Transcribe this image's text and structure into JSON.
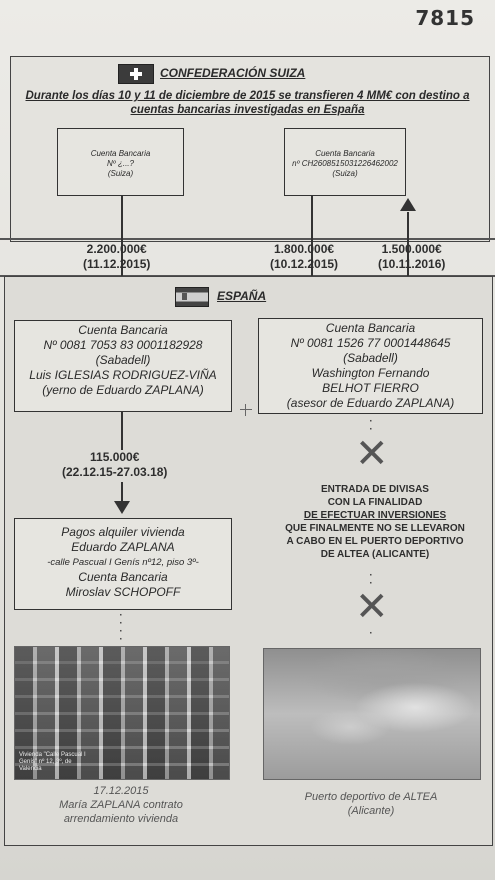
{
  "page_number": "7815",
  "switzerland": {
    "title": "CONFEDERACIÓN SUIZA",
    "subtitle": "Durante los días 10 y 11 de diciembre de 2015 se transfieren 4 MM€ con destino a cuentas bancarias investigadas en España",
    "account_left": {
      "line1": "Cuenta Bancaria",
      "line2": "Nº ¿...?",
      "line3": "(Suiza)"
    },
    "account_right": {
      "line1": "Cuenta Bancaria",
      "line2": "nº CH2608515031226462002",
      "line3": "(Suiza)"
    }
  },
  "transfers": {
    "t1": {
      "amount": "2.200.000€",
      "date": "(11.12.2015)"
    },
    "t2": {
      "amount": "1.800.000€",
      "date": "(10.12.2015)"
    },
    "t3": {
      "amount": "1.500.000€",
      "date": "(10.11.2016)"
    },
    "t4": {
      "amount": "115.000€",
      "date": "(22.12.15-27.03.18)"
    }
  },
  "spain": {
    "title": "ESPAÑA",
    "account_left": {
      "line1": "Cuenta Bancaria",
      "line2": "Nº 0081 7053 83 0001182928",
      "line3": "(Sabadell)",
      "line4": "Luis IGLESIAS RODRIGUEZ-VIÑA",
      "line5": "(yerno de Eduardo ZAPLANA)"
    },
    "account_right": {
      "line1": "Cuenta Bancaria",
      "line2": "Nº 0081 1526 77 0001448645",
      "line3": "(Sabadell)",
      "line4": "Washington Fernando",
      "line5": "BELHOT FIERRO",
      "line6": "(asesor de Eduardo ZAPLANA)"
    },
    "rent_box": {
      "line1": "Pagos alquiler vivienda",
      "line2": "Eduardo ZAPLANA",
      "line3": "-calle Pascual I Genís nº12, piso 3º-",
      "line4": "Cuenta Bancaria",
      "line5": "Miroslav SCHOPOFF"
    },
    "divisas_note": {
      "line1": "ENTRADA DE DIVISAS",
      "line2": "CON LA FINALIDAD",
      "line3": "DE EFECTUAR INVERSIONES",
      "line4": "QUE FINALMENTE NO SE LLEVARON",
      "line5": "A CABO EN EL PUERTO DEPORTIVO",
      "line6": "DE ALTEA (ALICANTE)"
    },
    "photo_left_inner_caption": "Vivienda \"Calle Pascual I Genís\" nº 12, 3º, de Valencia",
    "caption_left": {
      "line1": "17.12.2015",
      "line2": "María ZAPLANA contrato",
      "line3": "arrendamiento vivienda"
    },
    "caption_right": {
      "line1": "Puerto deportivo de ALTEA",
      "line2": "(Alicante)"
    }
  }
}
